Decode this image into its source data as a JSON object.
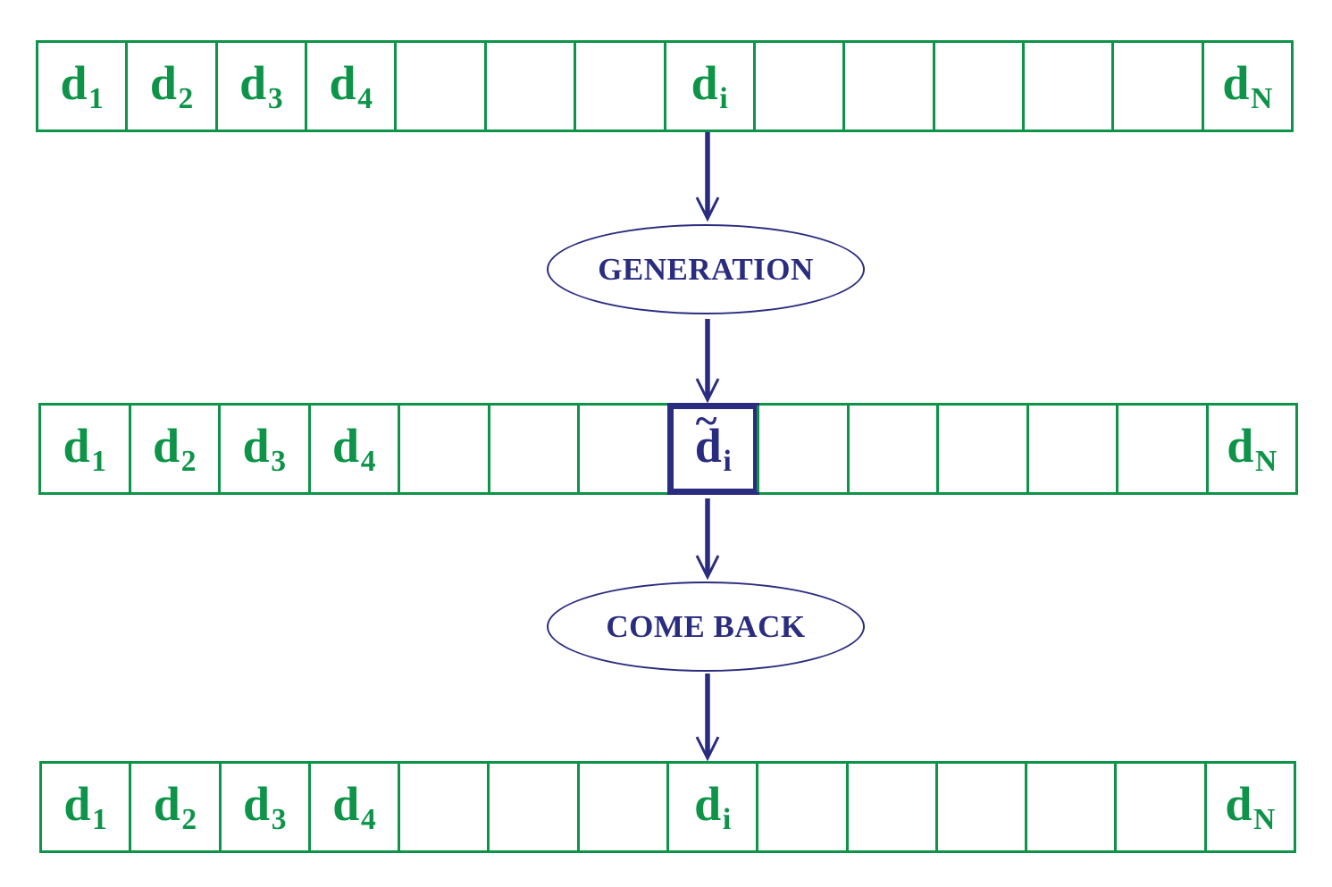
{
  "diagram": {
    "colors": {
      "green": "#0D9448",
      "navy": "#2A2C7F"
    },
    "nodes": {
      "generation_label": "GENERATION",
      "come_back_label": "COME BACK"
    },
    "rows": [
      {
        "name": "sequence-top",
        "cells": [
          {
            "base": "d",
            "sub": "1"
          },
          {
            "base": "d",
            "sub": "2"
          },
          {
            "base": "d",
            "sub": "3"
          },
          {
            "base": "d",
            "sub": "4"
          },
          {
            "base": "",
            "sub": ""
          },
          {
            "base": "",
            "sub": ""
          },
          {
            "base": "",
            "sub": ""
          },
          {
            "base": "d",
            "sub": "i"
          },
          {
            "base": "",
            "sub": ""
          },
          {
            "base": "",
            "sub": ""
          },
          {
            "base": "",
            "sub": ""
          },
          {
            "base": "",
            "sub": ""
          },
          {
            "base": "",
            "sub": ""
          },
          {
            "base": "d",
            "sub": "N"
          }
        ]
      },
      {
        "name": "sequence-middle",
        "cells": [
          {
            "base": "d",
            "sub": "1"
          },
          {
            "base": "d",
            "sub": "2"
          },
          {
            "base": "d",
            "sub": "3"
          },
          {
            "base": "d",
            "sub": "4"
          },
          {
            "base": "",
            "sub": ""
          },
          {
            "base": "",
            "sub": ""
          },
          {
            "base": "",
            "sub": ""
          },
          {
            "base": "d",
            "sub": "i",
            "tilde": "~",
            "special": true
          },
          {
            "base": "",
            "sub": ""
          },
          {
            "base": "",
            "sub": ""
          },
          {
            "base": "",
            "sub": ""
          },
          {
            "base": "",
            "sub": ""
          },
          {
            "base": "",
            "sub": ""
          },
          {
            "base": "d",
            "sub": "N"
          }
        ]
      },
      {
        "name": "sequence-bottom",
        "cells": [
          {
            "base": "d",
            "sub": "1"
          },
          {
            "base": "d",
            "sub": "2"
          },
          {
            "base": "d",
            "sub": "3"
          },
          {
            "base": "d",
            "sub": "4"
          },
          {
            "base": "",
            "sub": ""
          },
          {
            "base": "",
            "sub": ""
          },
          {
            "base": "",
            "sub": ""
          },
          {
            "base": "d",
            "sub": "i"
          },
          {
            "base": "",
            "sub": ""
          },
          {
            "base": "",
            "sub": ""
          },
          {
            "base": "",
            "sub": ""
          },
          {
            "base": "",
            "sub": ""
          },
          {
            "base": "",
            "sub": ""
          },
          {
            "base": "d",
            "sub": "N"
          }
        ]
      }
    ]
  }
}
